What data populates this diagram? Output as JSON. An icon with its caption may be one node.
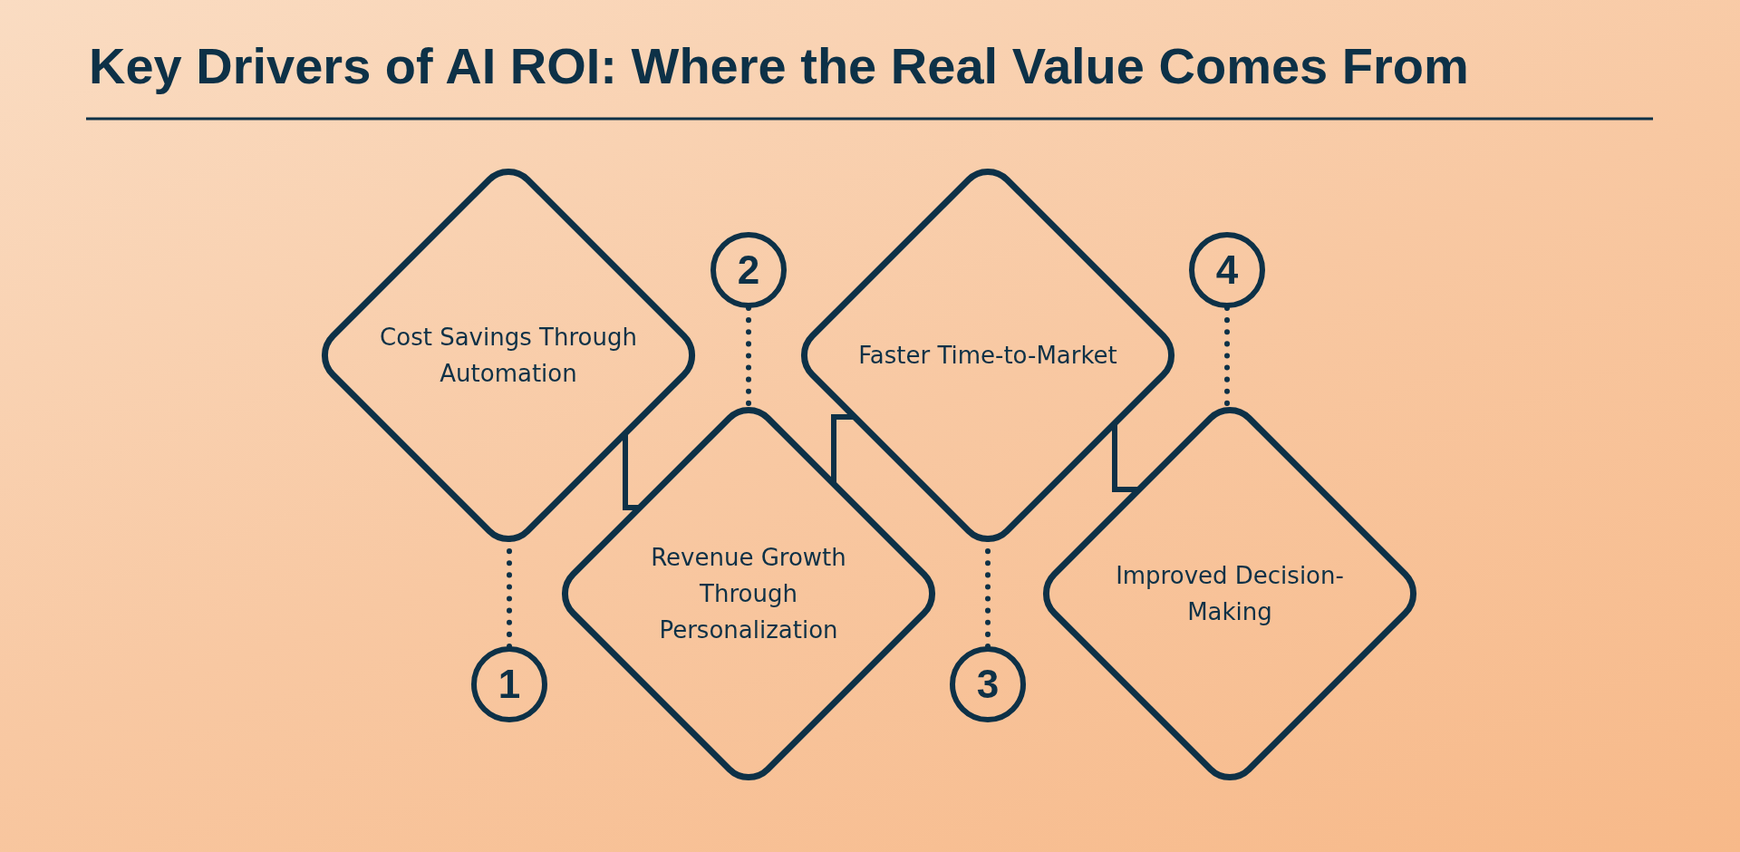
{
  "diagram": {
    "title": "Key Drivers of AI ROI: Where the Real Value Comes From",
    "nodes": [
      {
        "text": [
          "Cost Savings Through Automation"
        ]
      },
      {
        "text": [
          "1"
        ]
      },
      {
        "text": [
          "Revenue Growth Through Personalization"
        ]
      },
      {
        "text": [
          "2"
        ]
      },
      {
        "text": [
          "Faster Time-to-Market"
        ]
      },
      {
        "text": [
          "3"
        ]
      },
      {
        "text": [
          "Improved Decision-Making"
        ]
      },
      {
        "text": [
          "4"
        ]
      }
    ],
    "edges": [
      {
        "from": 0,
        "to": 2,
        "arrow": "none"
      },
      {
        "from": 2,
        "to": 4,
        "arrow": "none"
      },
      {
        "from": 4,
        "to": 6,
        "arrow": "none"
      },
      {
        "from": 1,
        "to": 0,
        "arrow": "none",
        "style": "dashed"
      },
      {
        "from": 3,
        "to": 2,
        "arrow": "none",
        "style": "dashed"
      },
      {
        "from": 5,
        "to": 4,
        "arrow": "none",
        "style": "dashed"
      },
      {
        "from": 7,
        "to": 6,
        "arrow": "none",
        "style": "dashed"
      }
    ]
  }
}
